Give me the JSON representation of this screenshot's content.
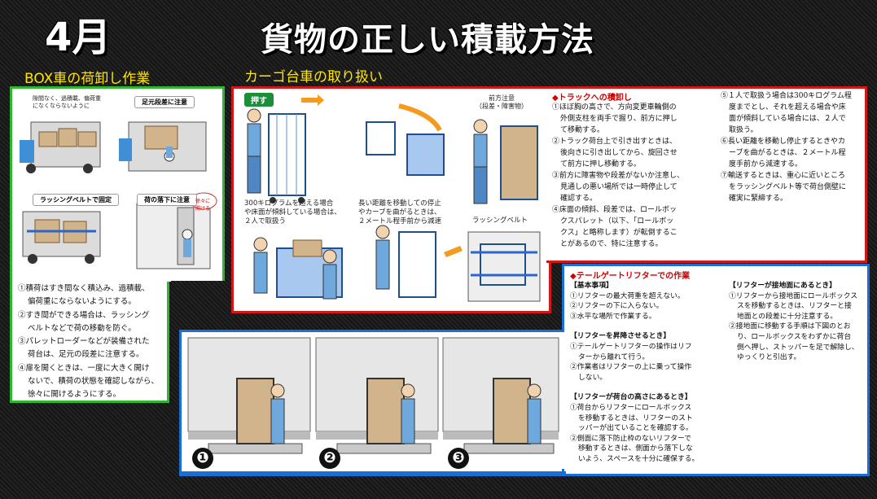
{
  "header": {
    "month": "4月",
    "title": "貨物の正しい積載方法"
  },
  "sections": {
    "box": "BOX車の荷卸し作業",
    "cargo": "カーゴ台車の取り扱い"
  },
  "box_panel": {
    "img_labels": [
      "隙間なく、過積載、偏荷重になくならないように",
      "足元段差に注意",
      "ラッシングベルトで固定",
      "荷の落下に注意",
      "徐々に開ける"
    ],
    "lines": [
      "①積荷はすき間なく積込み、過積載、",
      "偏荷重にならないようにする。",
      "②すき間ができる場合は、ラッシング",
      "ベルトなどで荷の移動を防ぐ。",
      "③パレットローダーなどが装備された",
      "荷台は、足元の段差に注意する。",
      "④扉を開くときは、一度に大きく開け",
      "ないで、積荷の状態を確認しながら、",
      "徐々に開けるようにする。"
    ]
  },
  "cargo_panel": {
    "push_label": "押す",
    "front_caution": [
      "前方注意",
      "（段差・障害物）"
    ],
    "note_a": [
      "300キログラムを超える場合",
      "や床面が傾斜している場合は、",
      "２人で取扱う"
    ],
    "note_b": [
      "長い距離を移動しての停止",
      "やカーブを曲がるときは、",
      "２メートル程手前から減速"
    ],
    "lashing": "ラッシングベルト",
    "truck_head": "◆トラックへの積卸し",
    "truck_lines": [
      "①ほぼ胸の高さで、方向変更車輪側の",
      "外側支柱を両手で握り、前方に押し",
      "て移動する。",
      "②トラック荷台上で引き出すときは、",
      "後向きに引き出してから、旋回させ",
      "て前方に押し移動する。",
      "③前方に障害物や段差がないか注意し、",
      "見通しの悪い場所では一時停止して",
      "確認する。",
      "④床面の傾斜、段差では、ロールボッ",
      "クスパレット（以下、「ロールボッ",
      "クス」と略称します）が転倒するこ",
      "とがあるので、特に注意する。"
    ],
    "truck_lines_r": [
      "⑤１人で取扱う場合は300キログラム程",
      "度までとし、それを超える場合や床",
      "面が傾斜している場合には、２人で",
      "取扱う。",
      "⑥長い距離を移動し停止するときやカ",
      "ーブを曲がるときは、２メートル程",
      "度手前から減速する。",
      "⑦輸送するときは、重心に近いところ",
      "をラッシングベルト等で荷台側壁に",
      "確実に緊締する。"
    ]
  },
  "lifter_panel": {
    "head": "◆テールゲートリフターでの作業",
    "basic_head": "【基本事項】",
    "basic": [
      "①リフターの最大荷重を超えない。",
      "②リフターの下に入らない。",
      "③水平な場所で作業する。"
    ],
    "raise_head": "【リフターを昇降させるとき】",
    "raise": [
      "①テールゲートリフターの操作はリフ",
      "ターから離れて行う。",
      "②作業者はリフターの上に乗って操作",
      "しない。"
    ],
    "deck_head": "【リフターが荷台の高さにあるとき】",
    "deck": [
      "①荷台からリフターにロールボックス",
      "を移動するときは、リフターのスト",
      "ッパーが出ていることを確認する。",
      "②側面に落下防止枠のないリフターで",
      "移動するときは、側面から落下しな",
      "いよう、スペースを十分に確保する。"
    ],
    "ground_head": "【リフターが接地面にあるとき】",
    "ground": [
      "①リフターから接地面にロールボックス",
      "スを移動するときは、リフターと接",
      "地面との段差に十分注意する。",
      "②接地面に移動する手順は下図のとお",
      "り、ロールボックスをわずかに荷台",
      "側へ押し、ストッパーを足で解除し、",
      "ゆっくりと引出す。"
    ],
    "steps": [
      "❶",
      "❷",
      "❸"
    ]
  },
  "colors": {
    "green": "#2fb52f",
    "red": "#d01818",
    "blue": "#1b6fd1",
    "yellow": "#ffe600"
  }
}
